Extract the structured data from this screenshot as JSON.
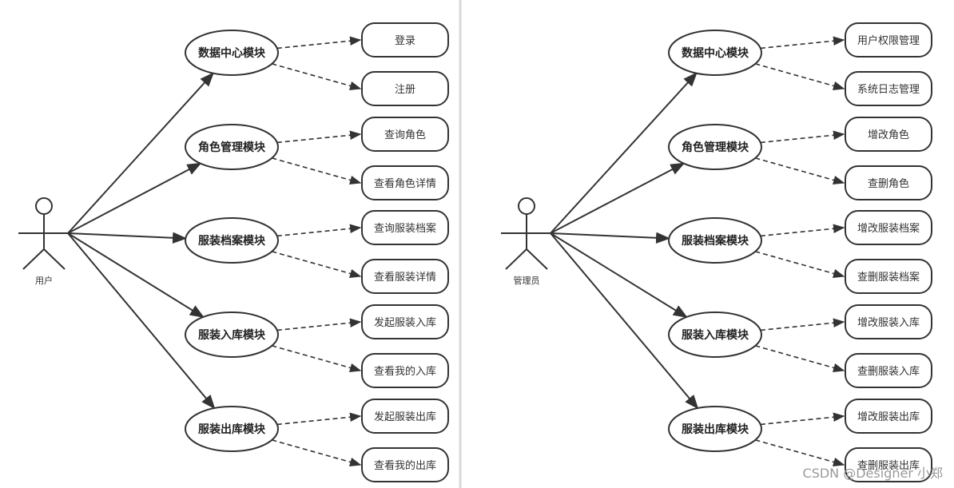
{
  "diagrams": [
    {
      "actor": "用户",
      "modules": [
        {
          "label": "数据中心模块",
          "children": [
            "登录",
            "注册"
          ]
        },
        {
          "label": "角色管理模块",
          "children": [
            "查询角色",
            "查看角色详情"
          ]
        },
        {
          "label": "服装档案模块",
          "children": [
            "查询服装档案",
            "查看服装详情"
          ]
        },
        {
          "label": "服装入库模块",
          "children": [
            "发起服装入库",
            "查看我的入库"
          ]
        },
        {
          "label": "服装出库模块",
          "children": [
            "发起服装出库",
            "查看我的出库"
          ]
        }
      ]
    },
    {
      "actor": "管理员",
      "modules": [
        {
          "label": "数据中心模块",
          "children": [
            "用户权限管理",
            "系统日志管理"
          ]
        },
        {
          "label": "角色管理模块",
          "children": [
            "增改角色",
            "查删角色"
          ]
        },
        {
          "label": "服装档案模块",
          "children": [
            "增改服装档案",
            "查删服装档案"
          ]
        },
        {
          "label": "服装入库模块",
          "children": [
            "增改服装入库",
            "查删服装入库"
          ]
        },
        {
          "label": "服装出库模块",
          "children": [
            "增改服装出库",
            "查删服装出库"
          ]
        }
      ]
    }
  ],
  "watermark": "CSDN @Designer 小郑",
  "colors": {
    "stroke": "#333333",
    "text": "#333333",
    "divider": "#d9d9d9"
  }
}
